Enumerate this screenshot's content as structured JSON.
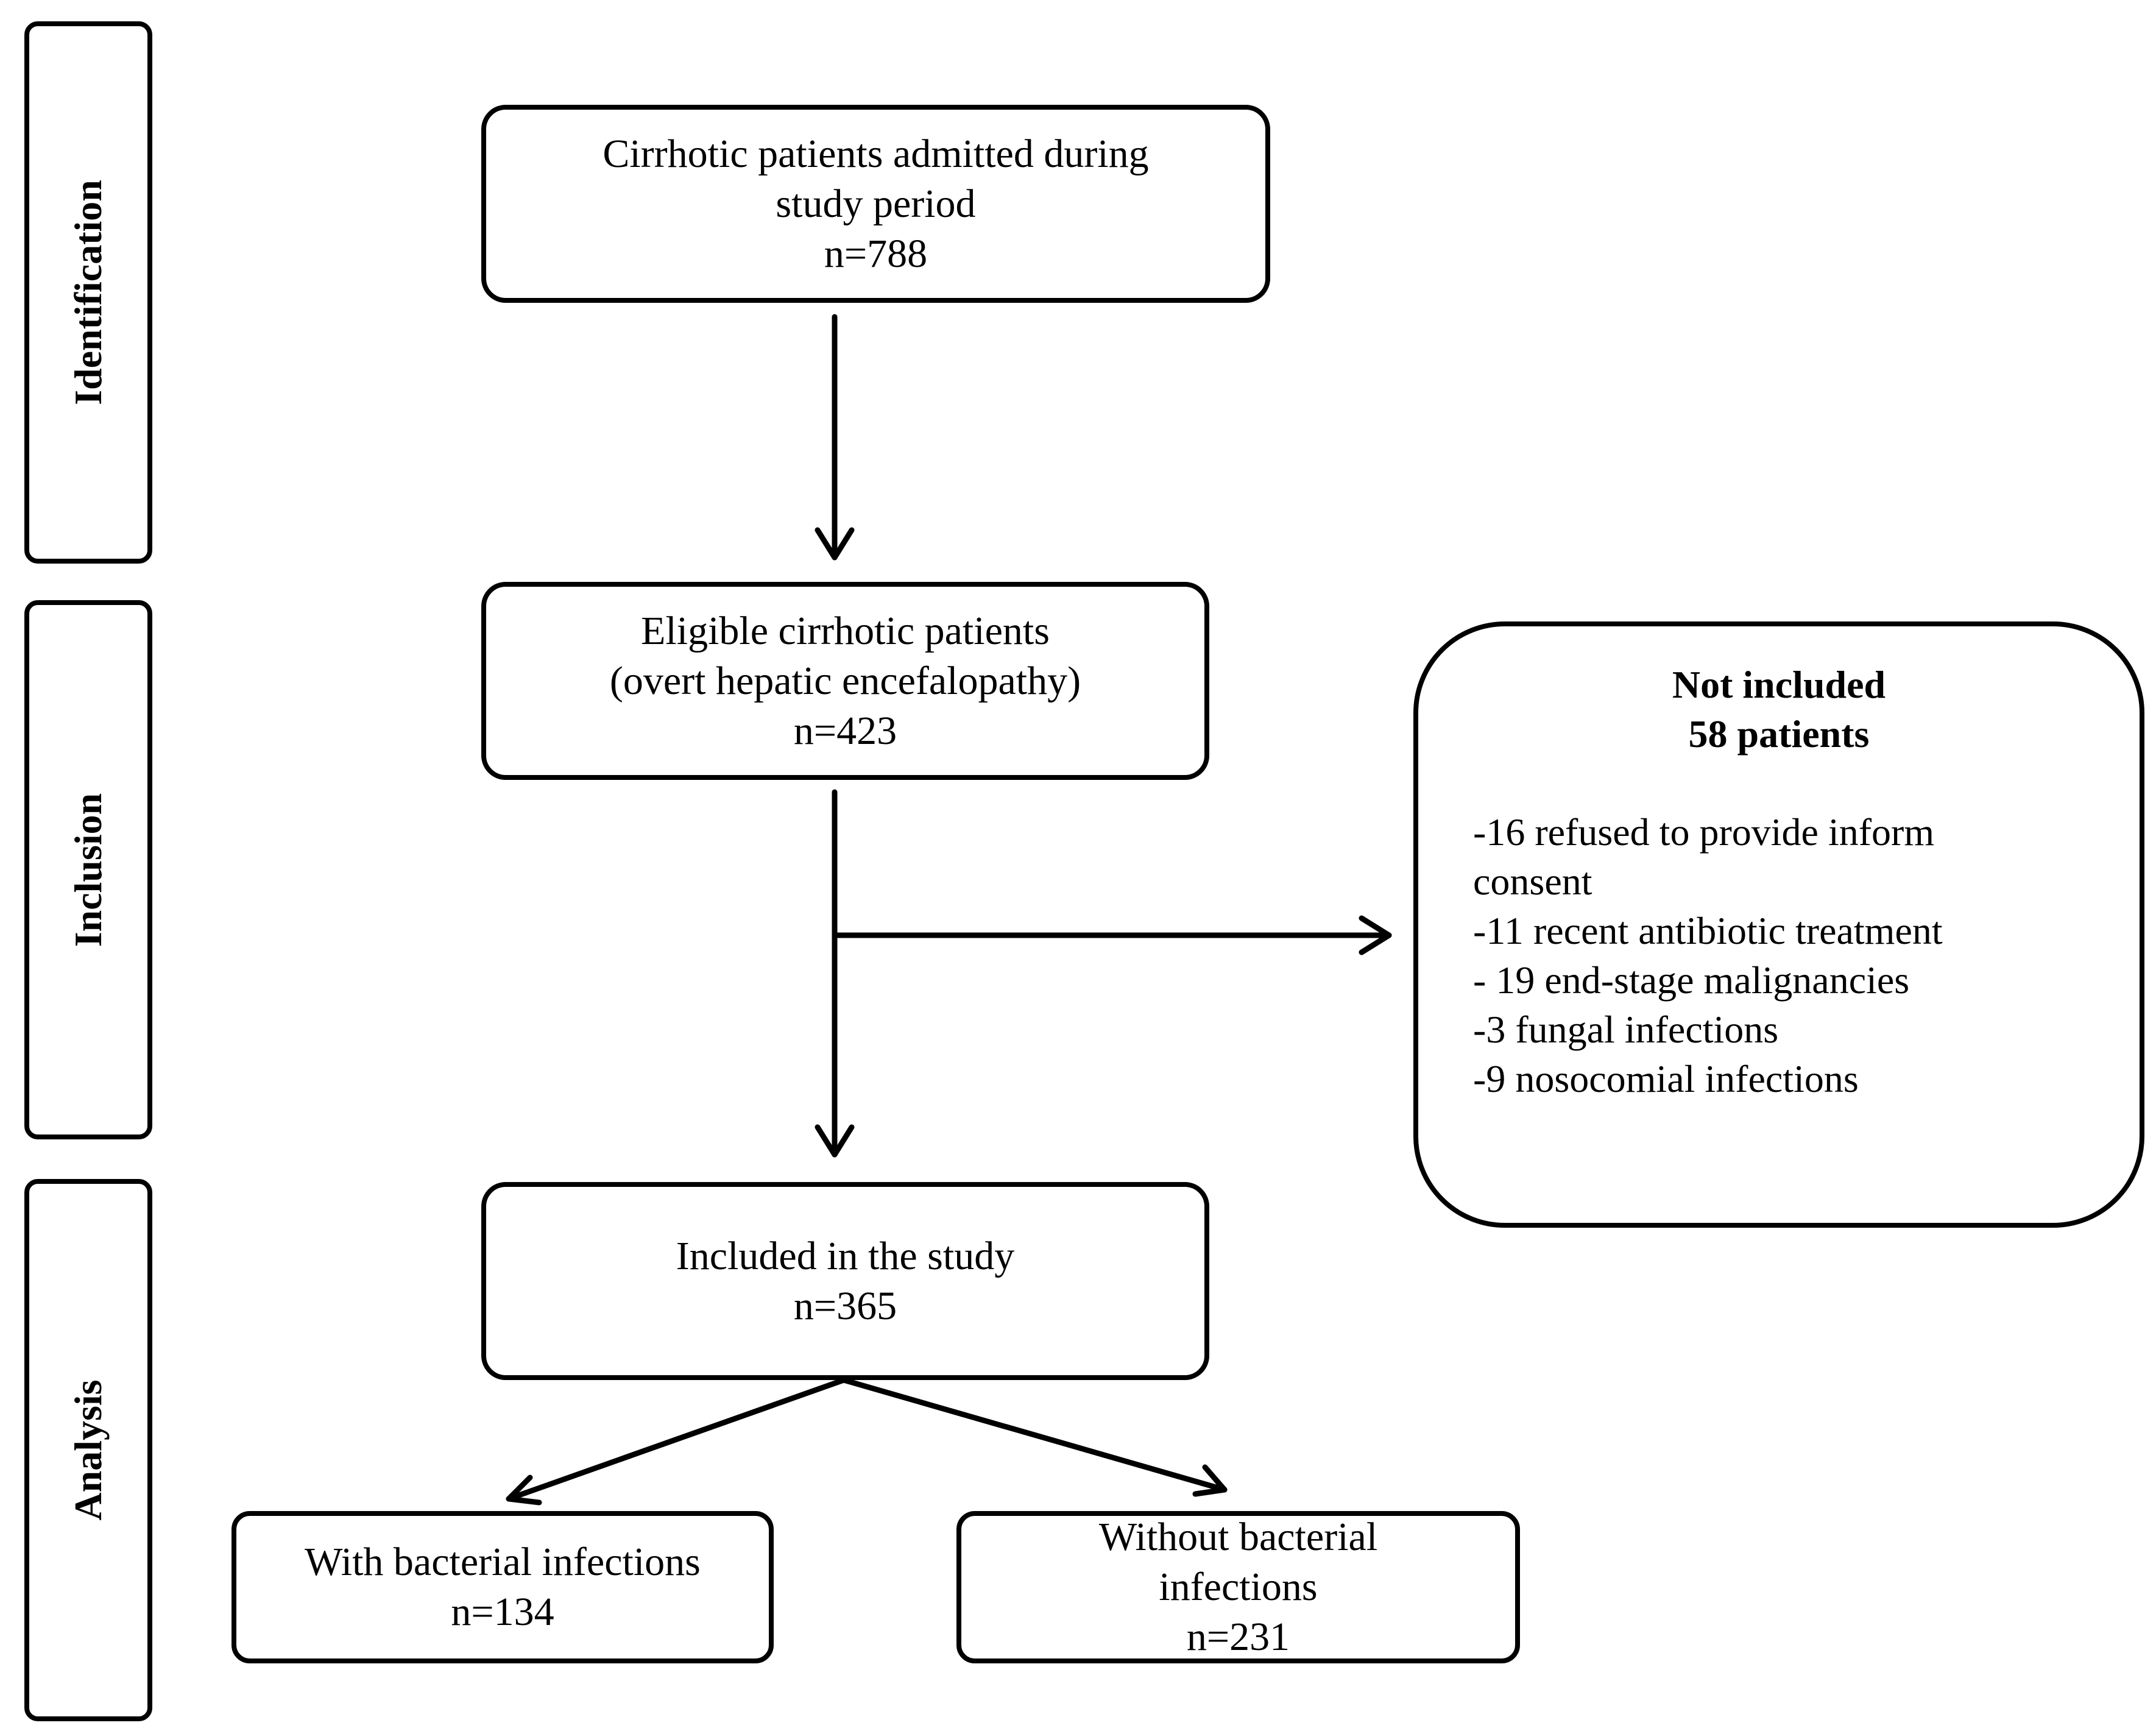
{
  "stages": {
    "identification": "Identification",
    "inclusion": "Inclusion",
    "analysis": "Analysis"
  },
  "boxes": {
    "admitted": {
      "line1": "Cirrhotic patients admitted during",
      "line2": "study  period",
      "count": "n=788"
    },
    "eligible": {
      "line1": "Eligible cirrhotic patients",
      "line2": "(overt hepatic encefalopathy)",
      "count": "n=423"
    },
    "included": {
      "line1": "Included in the study",
      "count": "n=365"
    },
    "with_infections": {
      "line1": "With bacterial infections",
      "count": "n=134"
    },
    "without_infections": {
      "line1": "Without bacterial",
      "line2": "infections",
      "count": "n=231"
    }
  },
  "not_included": {
    "title": "Not included",
    "subtitle": "58 patients",
    "reasons": [
      "-16 refused to provide inform",
      "consent",
      "-11 recent antibiotic treatment",
      "- 19 end-stage malignancies",
      "-3 fungal infections",
      "-9 nosocomial  infections"
    ]
  }
}
